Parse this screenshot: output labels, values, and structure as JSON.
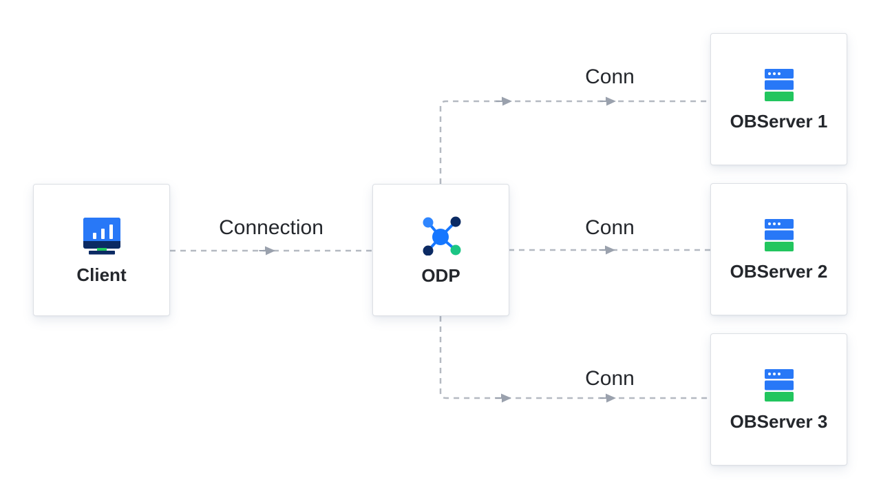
{
  "nodes": [
    {
      "id": "client",
      "label": "Client",
      "icon": "monitor-icon"
    },
    {
      "id": "odp",
      "label": "ODP",
      "icon": "network-icon"
    },
    {
      "id": "observer1",
      "label": "OBServer 1",
      "icon": "server-icon"
    },
    {
      "id": "observer2",
      "label": "OBServer 2",
      "icon": "server-icon"
    },
    {
      "id": "observer3",
      "label": "OBServer 3",
      "icon": "server-icon"
    }
  ],
  "edges": [
    {
      "from": "client",
      "to": "odp",
      "label": "Connection",
      "line_style": "dashed"
    },
    {
      "from": "odp",
      "to": "observer1",
      "label": "Conn",
      "line_style": "dashed"
    },
    {
      "from": "odp",
      "to": "observer2",
      "label": "Conn",
      "line_style": "dashed"
    },
    {
      "from": "odp",
      "to": "observer3",
      "label": "Conn",
      "line_style": "dashed"
    }
  ],
  "colors": {
    "canvas_bg": "#ffffff",
    "icon_blue": "#2878f7",
    "icon_blue_light": "#2f86ff",
    "icon_azure": "#1677ff",
    "icon_navy": "#0b2a63",
    "icon_green": "#22c55e",
    "icon_emerald": "#1bc584",
    "connector": "#b4b9c1",
    "arrow": "#9aa1ad",
    "node_border": "#dcdfe4",
    "label_text": "#24272c"
  }
}
